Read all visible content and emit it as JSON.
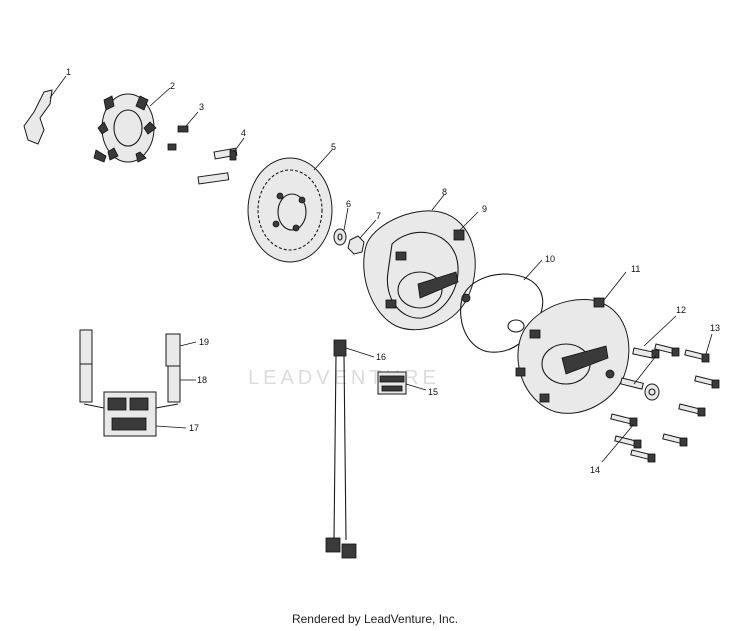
{
  "callouts": [
    "1",
    "2",
    "3",
    "4",
    "5",
    "6",
    "7",
    "8",
    "9",
    "10",
    "11",
    "12",
    "13",
    "14",
    "15",
    "16",
    "17",
    "18",
    "19"
  ],
  "watermark": "LEADVENTURE",
  "footer": "Rendered by LeadVenture, Inc."
}
